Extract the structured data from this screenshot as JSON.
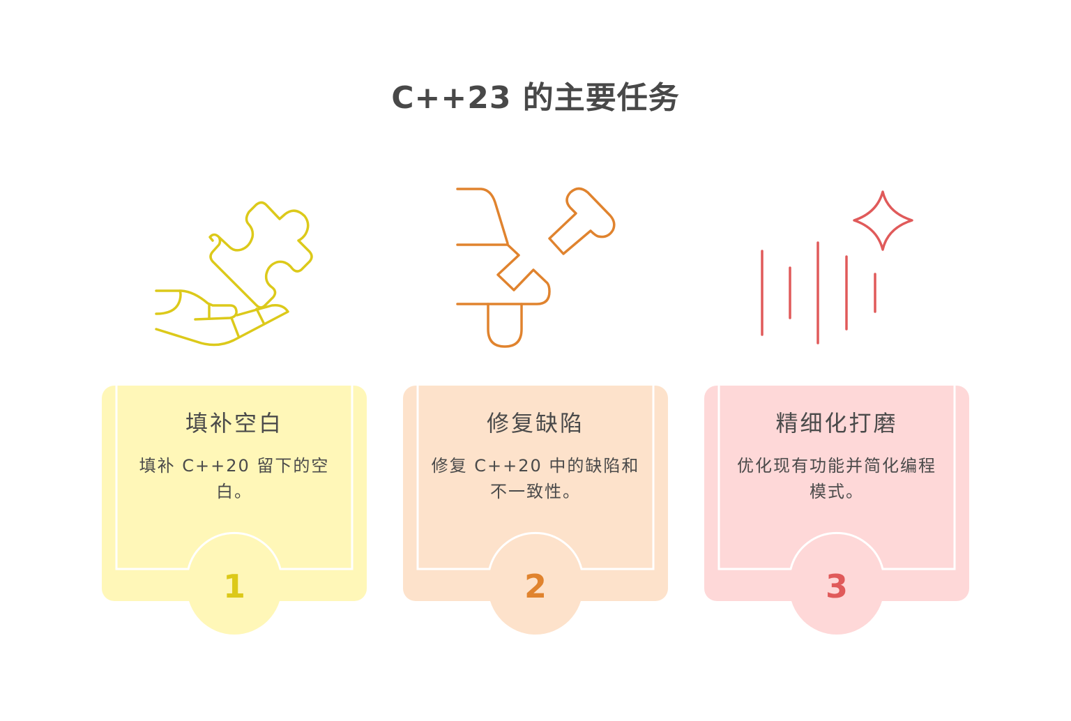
{
  "title": "C++23 的主要任务",
  "colors": {
    "title": "#484848",
    "text": "#4a4a4a"
  },
  "cards": [
    {
      "number": "1",
      "title": "填补空白",
      "description": "填补 C++20 留下的空白。",
      "icon": "hand-puzzle-piece-icon",
      "bg_color": "#fff7b8",
      "accent_color": "#dcc91a"
    },
    {
      "number": "2",
      "title": "修复缺陷",
      "description": "修复 C++20 中的缺陷和不一致性。",
      "icon": "fix-pipe-plug-icon",
      "bg_color": "#fde2cb",
      "accent_color": "#e0832e"
    },
    {
      "number": "3",
      "title": "精细化打磨",
      "description": "优化现有功能并简化编程模式。",
      "icon": "sparkle-polish-icon",
      "bg_color": "#fed8d8",
      "accent_color": "#e05a5a"
    }
  ]
}
